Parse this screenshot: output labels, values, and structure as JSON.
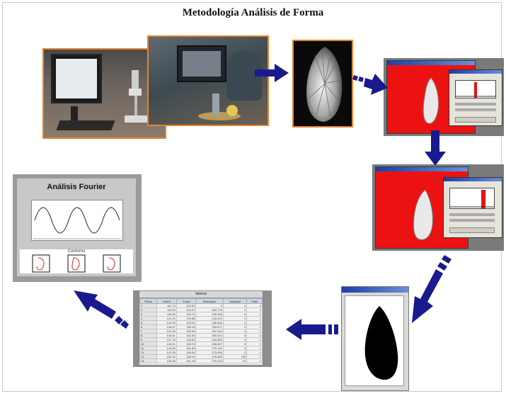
{
  "title": "Metodología Análisis de Forma",
  "fourier_panel": {
    "title": "Análisis Fourier",
    "shapes_label": "Contorno"
  },
  "table": {
    "title": "Valores",
    "headers": [
      "Punto",
      "Xcord",
      "Ycord",
      "Descriptor",
      "Amplitud",
      "Fase"
    ],
    "rows": [
      [
        "1",
        "112.74",
        "120.52",
        "0",
        "0",
        "0"
      ],
      [
        "2",
        "114.99",
        "123.57",
        "284.775",
        "0",
        "1"
      ],
      [
        "3",
        "118.36",
        "126.71",
        "225.956",
        "0",
        "1"
      ],
      [
        "4",
        "121.40",
        "129.86",
        "243.432",
        "0",
        "1"
      ],
      [
        "5",
        "124.90",
        "133.01",
        "248.856",
        "0",
        "1"
      ],
      [
        "6",
        "128.07",
        "136.15",
        "253.671",
        "0",
        "1"
      ],
      [
        "7",
        "131.46",
        "139.30",
        "257.042",
        "0",
        "1"
      ],
      [
        "8",
        "134.61",
        "142.45",
        "260.310",
        "0",
        "1"
      ],
      [
        "9",
        "137.76",
        "145.60",
        "263.583",
        "0",
        "1"
      ],
      [
        "10",
        "140.91",
        "148.74",
        "266.857",
        "0",
        "1"
      ],
      [
        "11",
        "143.89",
        "151.89",
        "270.142",
        "0",
        "1"
      ],
      [
        "12",
        "147.05",
        "155.04",
        "273.396",
        "0",
        "1"
      ],
      [
        "13",
        "150.20",
        "158.19",
        "276.660",
        "130",
        "1"
      ],
      [
        "14",
        "153.35",
        "161.33",
        "279.918",
        "21",
        "1"
      ]
    ]
  },
  "colors": {
    "arrow": "#1a1a8f",
    "photo_border": "#e8822a",
    "screenshot_red": "#ed1212"
  }
}
